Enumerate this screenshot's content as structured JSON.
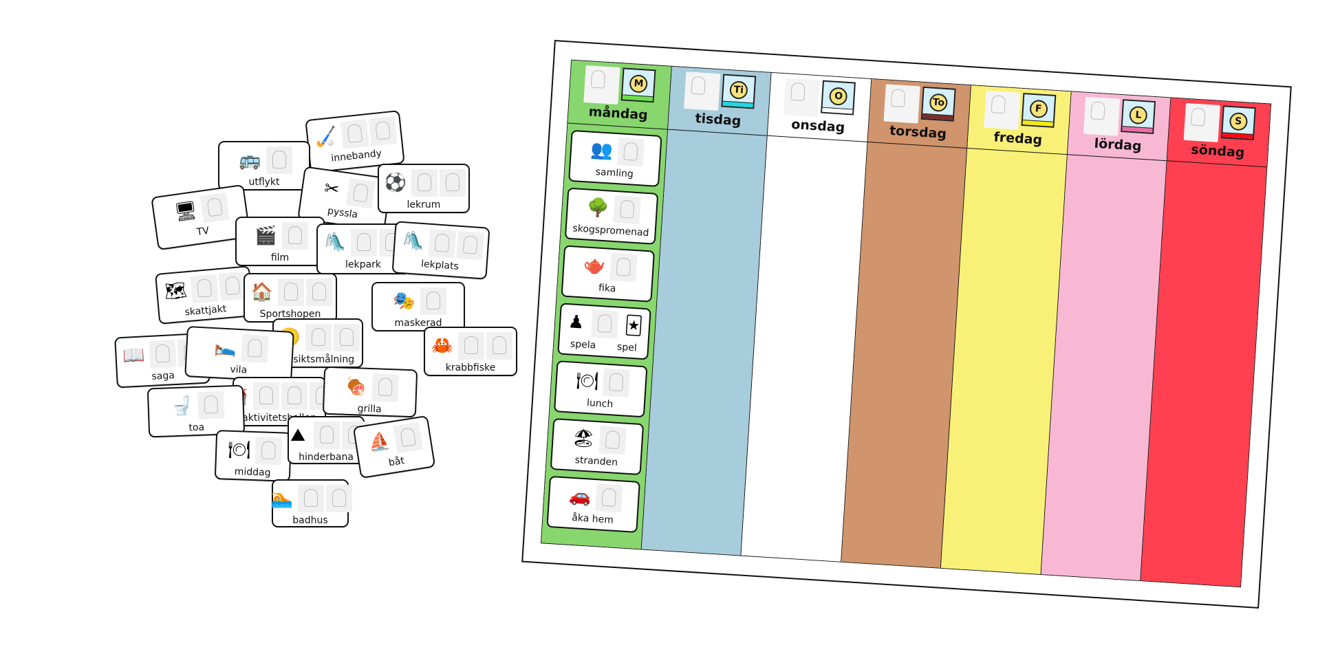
{
  "loose_cards": [
    {
      "label": "innebandy",
      "icon": "floorball-player-icon",
      "glyph": "🏑",
      "signs": 2
    },
    {
      "label": "utflykt",
      "icon": "bus-trip-icon",
      "glyph": "🚌",
      "signs": 1
    },
    {
      "label": "TV",
      "icon": "tv-icon",
      "glyph": "🖥",
      "signs": 1
    },
    {
      "label": "pyssla",
      "icon": "crafts-icon",
      "glyph": "✂",
      "signs": 1
    },
    {
      "label": "lekrum",
      "icon": "playroom-icon",
      "glyph": "⚽",
      "signs": 2
    },
    {
      "label": "film",
      "icon": "movie-icon",
      "glyph": "🎬",
      "signs": 1
    },
    {
      "label": "lekpark",
      "icon": "playground-icon",
      "glyph": "🛝",
      "signs": 2
    },
    {
      "label": "lekplats",
      "icon": "play-area-icon",
      "glyph": "🛝",
      "signs": 2
    },
    {
      "label": "skattjakt",
      "icon": "treasure-hunt-icon",
      "glyph": "🗺",
      "signs": 2
    },
    {
      "label": "Sportshopen",
      "icon": "sports-shop-icon",
      "glyph": "🏠",
      "signs": 2
    },
    {
      "label": "maskerad",
      "icon": "mask-icon",
      "glyph": "🎭",
      "signs": 1
    },
    {
      "label": "ansiktsmålning",
      "icon": "face-paint-icon",
      "glyph": "🙂",
      "signs": 2
    },
    {
      "label": "krabbfiske",
      "icon": "crab-fishing-icon",
      "glyph": "🦀",
      "signs": 2
    },
    {
      "label": "saga",
      "icon": "story-book-icon",
      "glyph": "📖",
      "signs": 2
    },
    {
      "label": "vila",
      "icon": "rest-icon",
      "glyph": "🛌",
      "signs": 1
    },
    {
      "label": "aktivitetshallen",
      "icon": "activity-hall-icon",
      "glyph": "🏰",
      "signs": 3
    },
    {
      "label": "grilla",
      "icon": "barbecue-icon",
      "glyph": "🍖",
      "signs": 1
    },
    {
      "label": "toa",
      "icon": "toilet-icon",
      "glyph": "🚽",
      "signs": 1
    },
    {
      "label": "middag",
      "icon": "dinner-icon",
      "glyph": "🍽",
      "signs": 1
    },
    {
      "label": "hinderbana",
      "icon": "obstacle-course-icon",
      "glyph": "⛰",
      "signs": 2
    },
    {
      "label": "båt",
      "icon": "boat-icon",
      "glyph": "⛵",
      "signs": 1
    },
    {
      "label": "badhus",
      "icon": "swimming-hall-icon",
      "glyph": "🏊",
      "signs": 2
    }
  ],
  "board": {
    "days": [
      {
        "name": "måndag",
        "letter": "M",
        "color": "#88d66e",
        "bar": "#6be04a"
      },
      {
        "name": "tisdag",
        "letter": "Ti",
        "color": "#a7ccdc",
        "bar": "#1fd8e0"
      },
      {
        "name": "onsdag",
        "letter": "O",
        "color": "#ffffff",
        "bar": "#ffffff"
      },
      {
        "name": "torsdag",
        "letter": "To",
        "color": "#d0956c",
        "bar": "#7a2e2a"
      },
      {
        "name": "fredag",
        "letter": "F",
        "color": "#f9f177",
        "bar": "#f5ea10"
      },
      {
        "name": "lördag",
        "letter": "L",
        "color": "#f8b8d4",
        "bar": "#ea6ea6"
      },
      {
        "name": "söndag",
        "letter": "S",
        "color": "#ff4050",
        "bar": "#ff0a14"
      }
    ],
    "monday_activities": [
      {
        "label": "samling",
        "icon": "gathering-icon",
        "glyph": "👥"
      },
      {
        "label": "skogspromenad",
        "icon": "forest-walk-icon",
        "glyph": "🌳"
      },
      {
        "label": "fika",
        "icon": "coffee-break-icon",
        "glyph": "🫖"
      },
      {
        "label": "spela",
        "label2": "spel",
        "icon": "play-games-icon",
        "glyph": "♟",
        "glyph2": "🃏"
      },
      {
        "label": "lunch",
        "icon": "lunch-icon",
        "glyph": "🍽"
      },
      {
        "label": "stranden",
        "icon": "beach-icon",
        "glyph": "🏖"
      },
      {
        "label": "åka hem",
        "icon": "go-home-car-icon",
        "glyph": "🚗"
      }
    ]
  }
}
